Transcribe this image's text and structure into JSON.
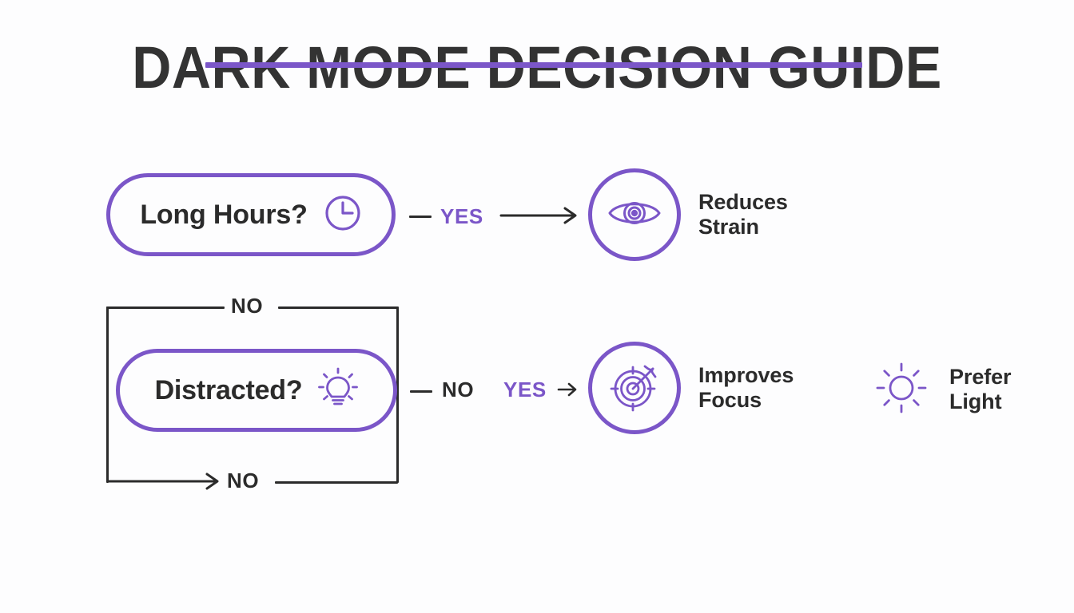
{
  "header": {
    "title": "DARK MODE DECISION GUIDE",
    "underline_color": "#7b56c8"
  },
  "theme": {
    "background": "#fdfdfe",
    "accent_purple": "#7b56c8",
    "ink": "#2b2b2b",
    "title_ink": "#333333"
  },
  "flow": {
    "nodes": [
      {
        "id": "long-hours",
        "type": "decision",
        "label": "Long Hours?",
        "icon": "clock-icon"
      },
      {
        "id": "distracted",
        "type": "decision",
        "label": "Distracted?",
        "icon": "lightbulb-icon"
      },
      {
        "id": "reduces-strain",
        "type": "outcome",
        "label": "Reduces\nStrain",
        "icon": "eye-icon",
        "ring": true
      },
      {
        "id": "improves-focus",
        "type": "outcome",
        "label": "Improves\nFocus",
        "icon": "target-icon",
        "ring": true
      },
      {
        "id": "prefer-light",
        "type": "outcome",
        "label": "Prefer\nLight",
        "icon": "sun-icon",
        "ring": false
      }
    ],
    "edges": [
      {
        "id": "hours-yes",
        "label": "YES",
        "color": "#7b56c8",
        "from": "long-hours",
        "to": "reduces-strain"
      },
      {
        "id": "hours-no",
        "label": "NO",
        "color": "#2b2b2b",
        "from": "long-hours",
        "to": "distracted"
      },
      {
        "id": "distracted-no-right",
        "label": "NO",
        "color": "#2b2b2b",
        "from": "distracted",
        "to": "prefer-light"
      },
      {
        "id": "distracted-yes",
        "label": "YES",
        "color": "#7b56c8",
        "from": "distracted",
        "to": "improves-focus"
      },
      {
        "id": "distracted-no-bottom",
        "label": "NO",
        "color": "#2b2b2b",
        "from": "distracted",
        "to": "prefer-light"
      }
    ]
  }
}
